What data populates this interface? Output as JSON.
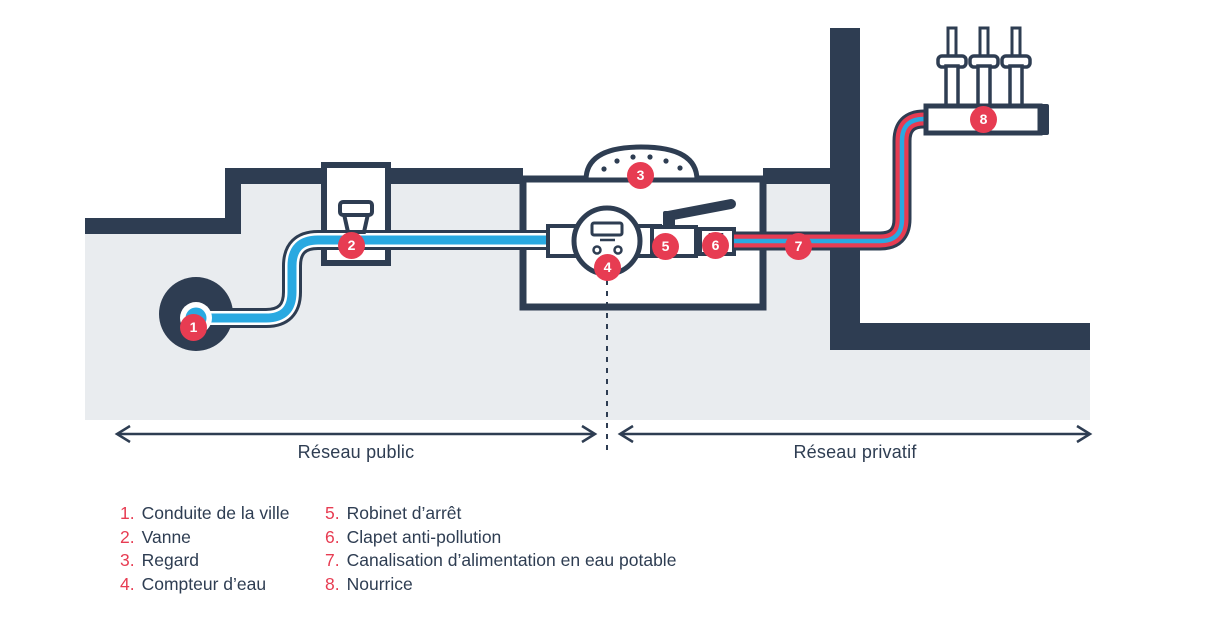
{
  "colors": {
    "navy": "#2e3d52",
    "red": "#e73c52",
    "blue": "#29a9e1",
    "ground_gray": "#e9ecef"
  },
  "zones": {
    "public": "Réseau public",
    "private": "Réseau privatif"
  },
  "badges": [
    "1",
    "2",
    "3",
    "4",
    "5",
    "6",
    "7",
    "8"
  ],
  "legend": [
    {
      "num": "1.",
      "label": "Conduite de la ville"
    },
    {
      "num": "2.",
      "label": "Vanne"
    },
    {
      "num": "3.",
      "label": "Regard"
    },
    {
      "num": "4.",
      "label": "Compteur d’eau"
    },
    {
      "num": "5.",
      "label": "Robinet d’arrêt"
    },
    {
      "num": "6.",
      "label": "Clapet anti-pollution"
    },
    {
      "num": "7.",
      "label": "Canalisation d’alimentation en eau potable"
    },
    {
      "num": "8.",
      "label": "Nourrice"
    }
  ]
}
